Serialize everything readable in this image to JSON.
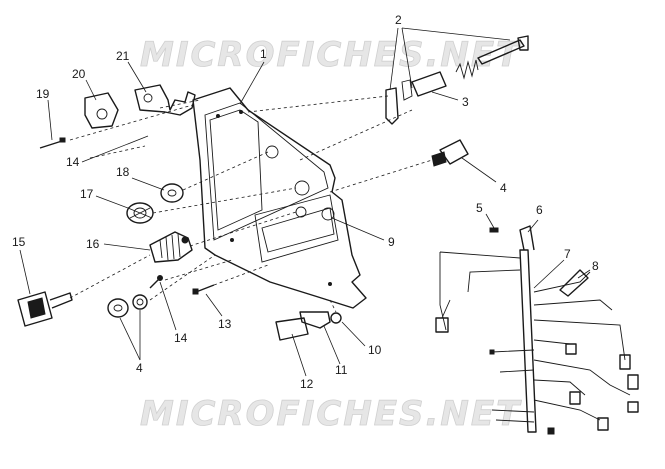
{
  "watermark": {
    "top": "MICROFICHES.NET",
    "bottom": "MICROFICHES.NET"
  },
  "callouts": {
    "c1": "1",
    "c2": "2",
    "c3": "3",
    "c4a": "4",
    "c4b": "4",
    "c5": "5",
    "c6": "6",
    "c7": "7",
    "c8": "8",
    "c9": "9",
    "c10": "10",
    "c11": "11",
    "c12": "12",
    "c13": "13",
    "c14a": "14",
    "c14b": "14",
    "c15": "15",
    "c16": "16",
    "c17": "17",
    "c18": "18",
    "c19": "19",
    "c20": "20",
    "c21": "21"
  }
}
